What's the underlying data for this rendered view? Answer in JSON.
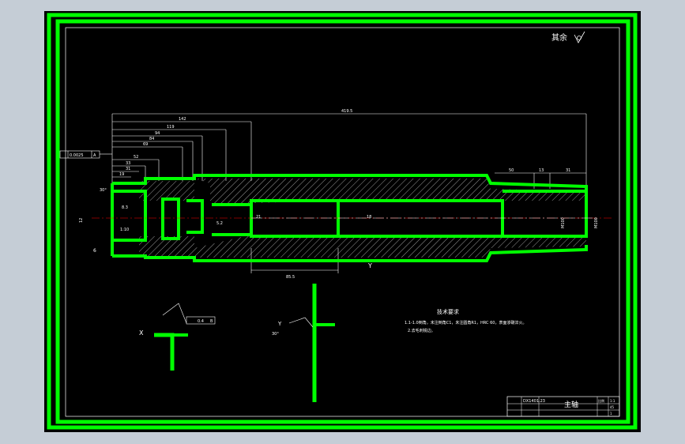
{
  "colors": {
    "background_outer": "#c5cdd6",
    "sheet": "#000000",
    "frame": "#00ff00",
    "lines": "#ffffff",
    "centerline": "#ff0000",
    "hatch": "#ffffff"
  },
  "surface_note": "其余",
  "dimensions": {
    "overall_length": "419.5",
    "d142": "142",
    "d119": "119",
    "d94": "94",
    "d84": "84",
    "d69": "69",
    "d52": "52",
    "d33": "33",
    "d31": "31",
    "d19": "19",
    "d50": "50",
    "d13": "13",
    "d31b": "31",
    "bore_length": "85.5",
    "taper": "1:10",
    "left_dia": "12",
    "small_dia": "8.3",
    "mid_dia": "5.2",
    "right_dia_a": "M100",
    "right_dia_b": "M100",
    "groove": "21",
    "depth": "18",
    "phi_left": "6",
    "angle_a": "30°",
    "tolerance_frame": "0.0025",
    "tolerance_datum": "A"
  },
  "section_x": {
    "label": "X",
    "frame": "0.4",
    "datum": "B"
  },
  "section_y": {
    "label": "Y",
    "note": "30°"
  },
  "tech_req": {
    "title": "技术要求",
    "line1": "1.1-1.0倒角，未注倒角C1，未注圆角R1，HRC 60，表面渗碳淬火。",
    "line2": "2.去毛刺锐边。"
  },
  "title_block": {
    "name": "主轴",
    "drawing_no": "DX1401.23",
    "scale_label": "比例",
    "scale": "1:1",
    "material": "45",
    "qty": "1"
  }
}
